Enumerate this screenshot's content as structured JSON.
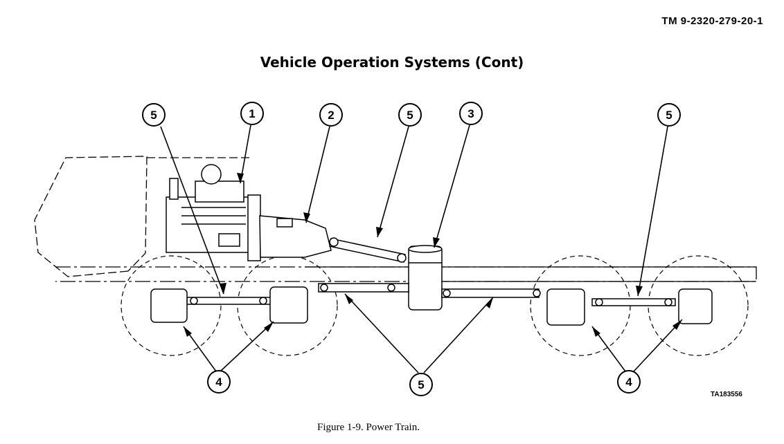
{
  "header": {
    "doc_code": "TM  9-2320-279-20-1"
  },
  "title": "Vehicle Operation Systems (Cont)",
  "callouts": [
    {
      "number": "5"
    },
    {
      "number": "1"
    },
    {
      "number": "2"
    },
    {
      "number": "5"
    },
    {
      "number": "3"
    },
    {
      "number": "5"
    },
    {
      "number": "4"
    },
    {
      "number": "5"
    },
    {
      "number": "4"
    }
  ],
  "plate_id": "TA183556",
  "caption": "Figure 1-9. Power Train."
}
